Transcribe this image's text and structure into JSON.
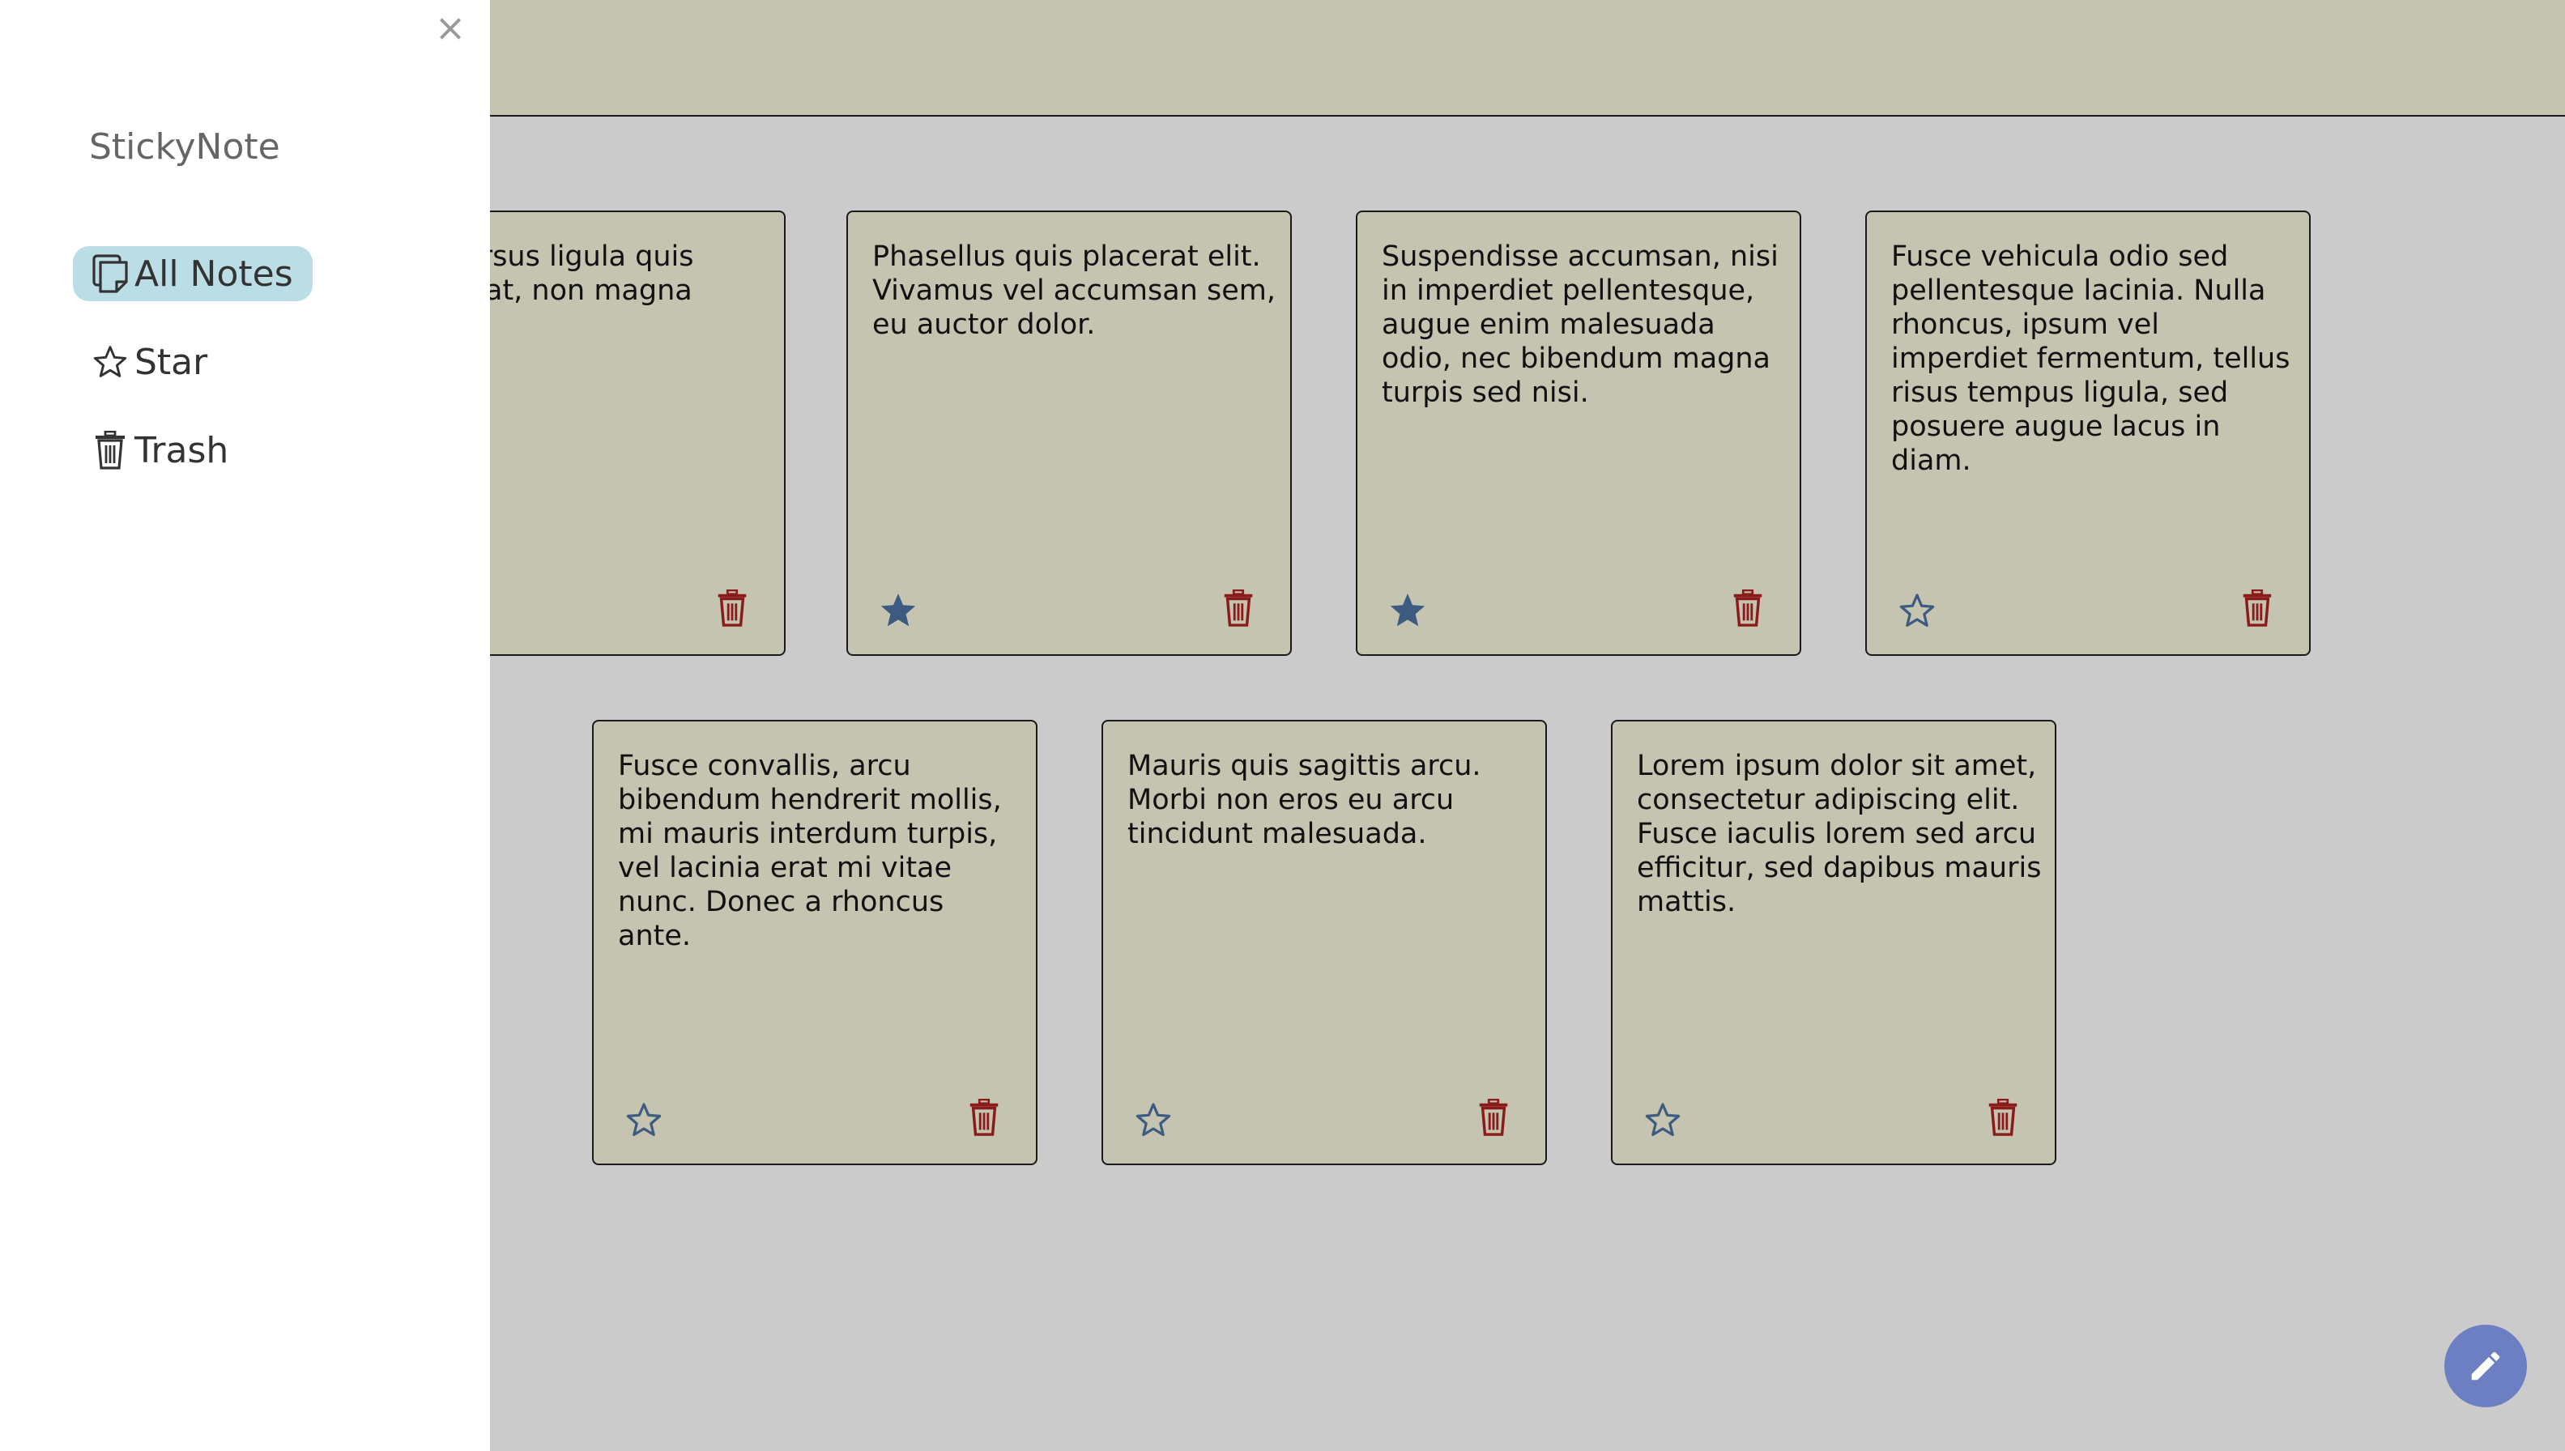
{
  "sidebar": {
    "brand": "StickyNote",
    "close_label": "×",
    "items": [
      {
        "label": "All Notes",
        "icon": "notes-icon",
        "active": true
      },
      {
        "label": "Star",
        "icon": "star-outline-icon",
        "active": false
      },
      {
        "label": "Trash",
        "icon": "trash-icon",
        "active": false
      }
    ]
  },
  "notes": [
    {
      "text": "Nulla cursus ligula quis consequat, non magna rutrum.",
      "starred": null
    },
    {
      "text": "Phasellus quis placerat elit. Vivamus vel accumsan sem, eu auctor dolor.",
      "starred": true
    },
    {
      "text": "Suspendisse accumsan, nisi in imperdiet pellentesque, augue enim malesuada odio, nec bibendum magna turpis sed nisi.",
      "starred": true
    },
    {
      "text": "Fusce vehicula odio sed pellentesque lacinia. Nulla rhoncus, ipsum vel imperdiet fermentum, tellus risus tempus ligula, sed posuere augue lacus in diam.",
      "starred": false
    },
    {
      "text": "Fusce convallis, arcu bibendum hendrerit mollis, mi mauris interdum turpis, vel lacinia erat mi vitae nunc. Donec a rhoncus ante.",
      "starred": false
    },
    {
      "text": "Mauris quis sagittis arcu. Morbi non eros eu arcu tincidunt malesuada.",
      "starred": false
    },
    {
      "text": "Lorem ipsum dolor sit amet, consectetur adipiscing elit. Fusce iaculis lorem sed arcu efficitur, sed dapibus mauris mattis.",
      "starred": false
    }
  ],
  "fab": {
    "icon": "pencil-icon"
  },
  "colors": {
    "header": "#c5c4b0",
    "background": "#cbcbcb",
    "note": "#c5c4b0",
    "star": "#3d5a80",
    "trash": "#8b1a1a",
    "active_nav": "#bbdde5",
    "fab": "#6b7fc2"
  }
}
